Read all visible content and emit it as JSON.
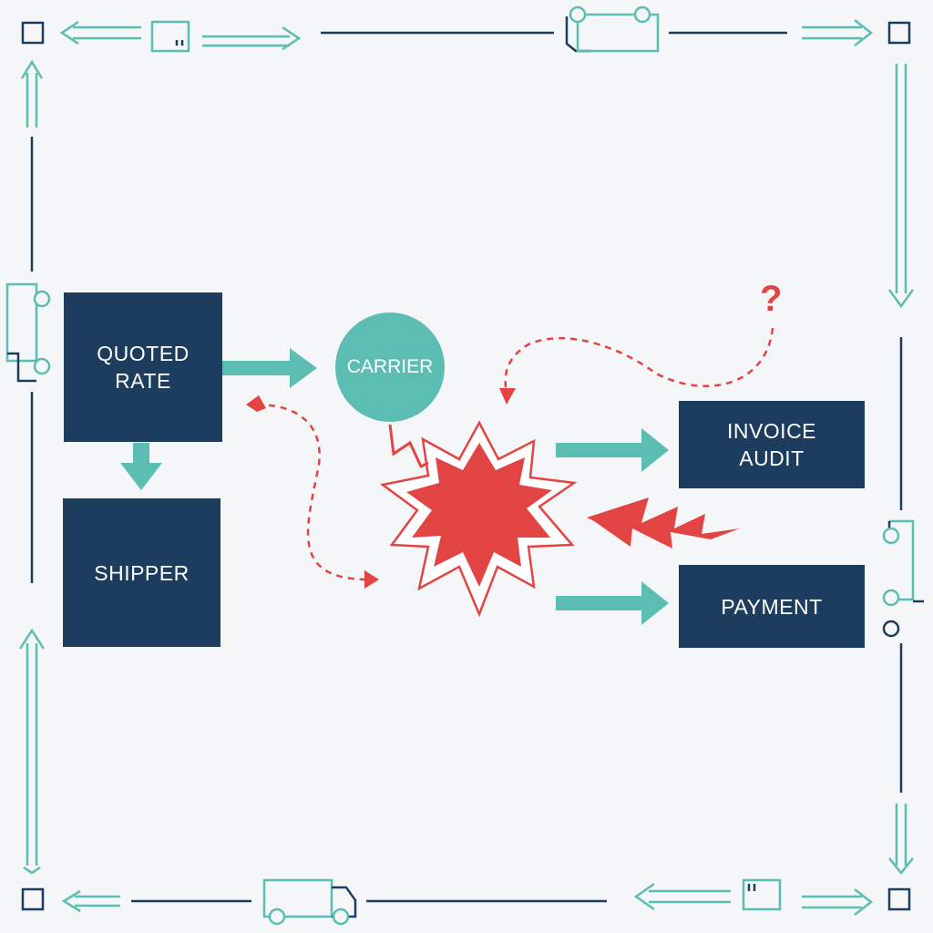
{
  "nodes": {
    "quoted_rate": "QUOTED\nRATE",
    "shipper": "SHIPPER",
    "carrier": "CARRIER",
    "invoice_audit": "INVOICE\nAUDIT",
    "payment": "PAYMENT"
  },
  "annotation": {
    "question_mark": "?"
  },
  "colors": {
    "box": "#1c3d5e",
    "teal": "#5cbdb2",
    "alert_red": "#e24444",
    "frame_line": "#1c3d5e",
    "background": "#f4f6f7"
  },
  "icons": [
    "truck-icon",
    "box-icon",
    "explosion-icon",
    "lightning-icon",
    "corner-square-icon",
    "document-icon"
  ]
}
